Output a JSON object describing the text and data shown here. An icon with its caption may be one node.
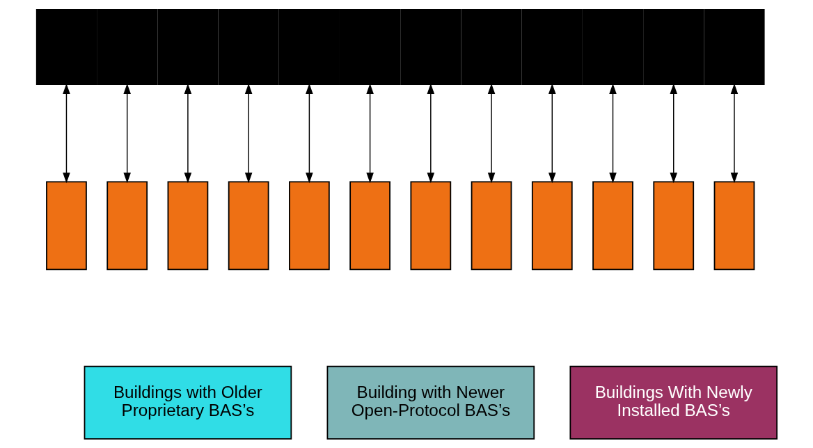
{
  "diagram": {
    "nodes": [
      {
        "text": [],
        "shape": "box"
      },
      {
        "text": [],
        "shape": "box"
      },
      {
        "text": [],
        "shape": "box"
      },
      {
        "text": [],
        "shape": "box"
      },
      {
        "text": [],
        "shape": "box"
      },
      {
        "text": [],
        "shape": "box"
      },
      {
        "text": [],
        "shape": "box"
      },
      {
        "text": [],
        "shape": "box"
      },
      {
        "text": [],
        "shape": "box"
      },
      {
        "text": [],
        "shape": "box"
      },
      {
        "text": [],
        "shape": "box"
      },
      {
        "text": [],
        "shape": "box"
      },
      {
        "text": [],
        "shape": "box"
      },
      {
        "text": [
          "Buildings with Older Proprietary BAS’s"
        ]
      },
      {
        "text": [
          "Building with Newer Open-Protocol BAS’s"
        ]
      },
      {
        "text": [
          "Buildings With Newly Installed BAS’s"
        ]
      }
    ],
    "edges": [
      {
        "from": 0,
        "to": 1,
        "arrow": "both"
      },
      {
        "from": 0,
        "to": 2,
        "arrow": "both"
      },
      {
        "from": 0,
        "to": 3,
        "arrow": "both"
      },
      {
        "from": 0,
        "to": 4,
        "arrow": "both"
      },
      {
        "from": 0,
        "to": 5,
        "arrow": "both"
      },
      {
        "from": 0,
        "to": 6,
        "arrow": "both"
      },
      {
        "from": 0,
        "to": 7,
        "arrow": "both"
      },
      {
        "from": 0,
        "to": 8,
        "arrow": "both"
      },
      {
        "from": 0,
        "to": 9,
        "arrow": "both"
      },
      {
        "from": 0,
        "to": 10,
        "arrow": "both"
      },
      {
        "from": 0,
        "to": 11,
        "arrow": "both"
      },
      {
        "from": 0,
        "to": 12,
        "arrow": "both"
      }
    ]
  }
}
